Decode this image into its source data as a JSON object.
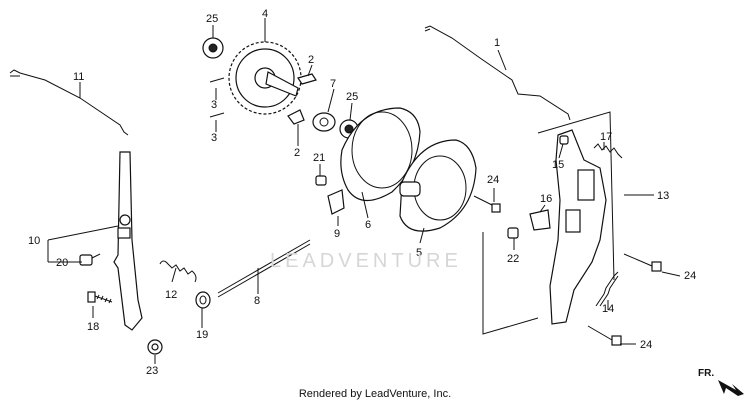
{
  "callouts": [
    {
      "id": "c1",
      "label": "1"
    },
    {
      "id": "c2a",
      "label": "2"
    },
    {
      "id": "c2b",
      "label": "2"
    },
    {
      "id": "c3a",
      "label": "3"
    },
    {
      "id": "c3b",
      "label": "3"
    },
    {
      "id": "c4",
      "label": "4"
    },
    {
      "id": "c5",
      "label": "5"
    },
    {
      "id": "c6",
      "label": "6"
    },
    {
      "id": "c7",
      "label": "7"
    },
    {
      "id": "c8",
      "label": "8"
    },
    {
      "id": "c9",
      "label": "9"
    },
    {
      "id": "c10",
      "label": "10"
    },
    {
      "id": "c11",
      "label": "11"
    },
    {
      "id": "c12",
      "label": "12"
    },
    {
      "id": "c13",
      "label": "13"
    },
    {
      "id": "c14",
      "label": "14"
    },
    {
      "id": "c15",
      "label": "15"
    },
    {
      "id": "c16",
      "label": "16"
    },
    {
      "id": "c17",
      "label": "17"
    },
    {
      "id": "c18",
      "label": "18"
    },
    {
      "id": "c19",
      "label": "19"
    },
    {
      "id": "c20",
      "label": "20"
    },
    {
      "id": "c21",
      "label": "21"
    },
    {
      "id": "c22",
      "label": "22"
    },
    {
      "id": "c23",
      "label": "23"
    },
    {
      "id": "c24a",
      "label": "24"
    },
    {
      "id": "c24b",
      "label": "24"
    },
    {
      "id": "c24c",
      "label": "24"
    },
    {
      "id": "c25a",
      "label": "25"
    },
    {
      "id": "c25b",
      "label": "25"
    }
  ],
  "footer": "Rendered by LeadVenture, Inc.",
  "watermark": "LEADVENTURE",
  "direction_label": "FR."
}
